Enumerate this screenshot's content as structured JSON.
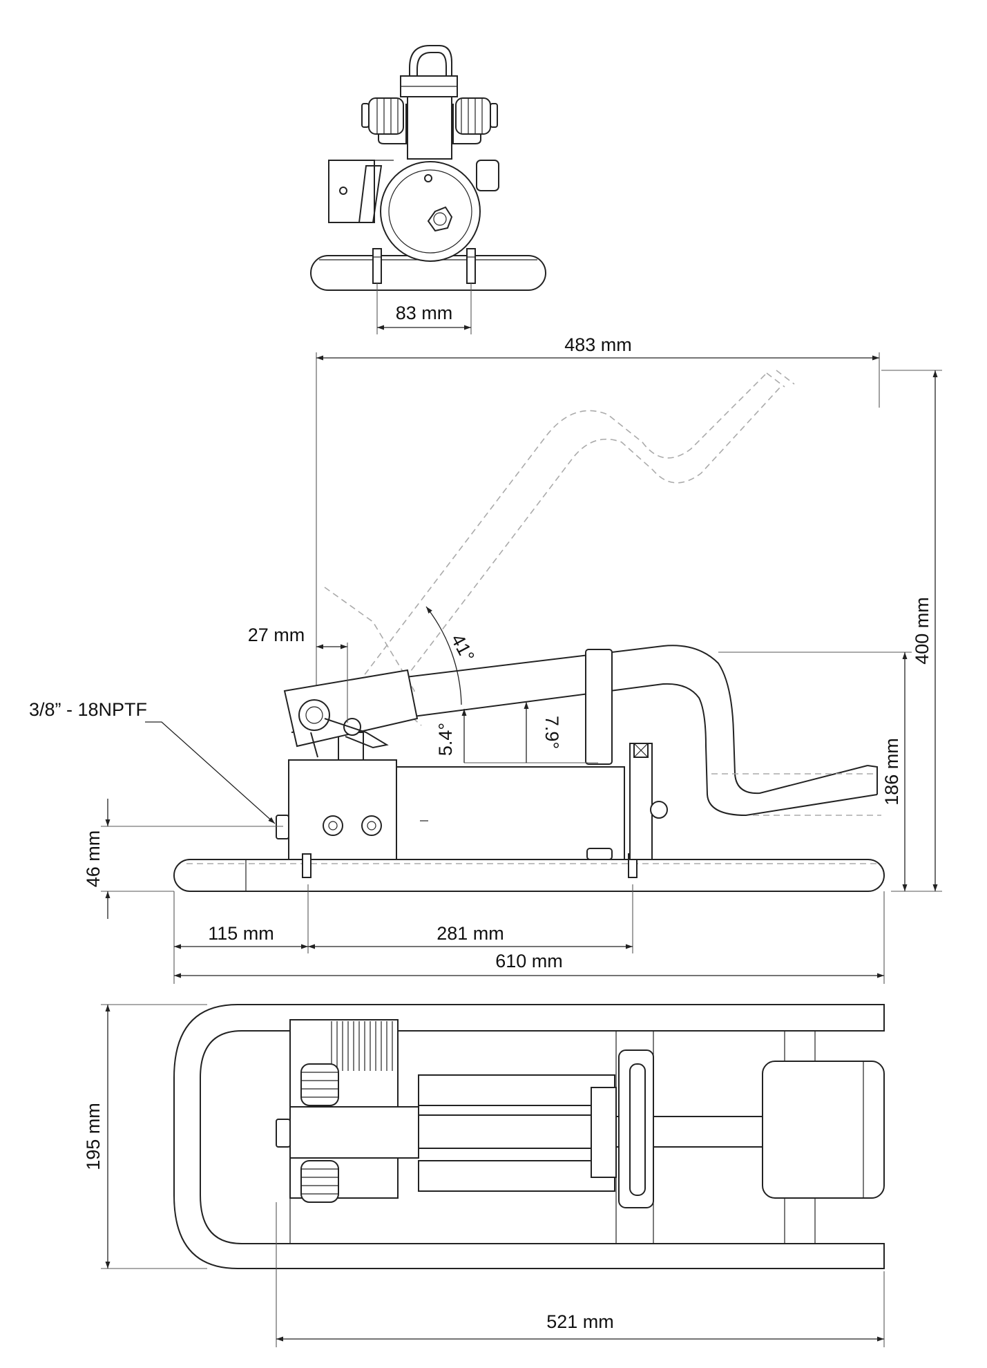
{
  "dimensions": {
    "front_bolt_spacing": "83 mm",
    "overall_width": "483 mm",
    "overall_height": "400 mm",
    "pivot_offset": "27 mm",
    "pedal_height": "186 mm",
    "port_height": "46 mm",
    "front_to_bolt": "115 mm",
    "bolt_spacing": "281 mm",
    "overall_length": "610 mm",
    "frame_width": "195 mm",
    "frame_length": "521 mm"
  },
  "angles": {
    "max_travel": "41°",
    "rest_angle": "5.4°",
    "pedal_angle": "7.9°"
  },
  "callouts": {
    "port_thread": "3/8” - 18NPTF"
  },
  "colors": {
    "line": "#222222",
    "hidden_line": "#aaaaaa",
    "background": "#ffffff"
  }
}
